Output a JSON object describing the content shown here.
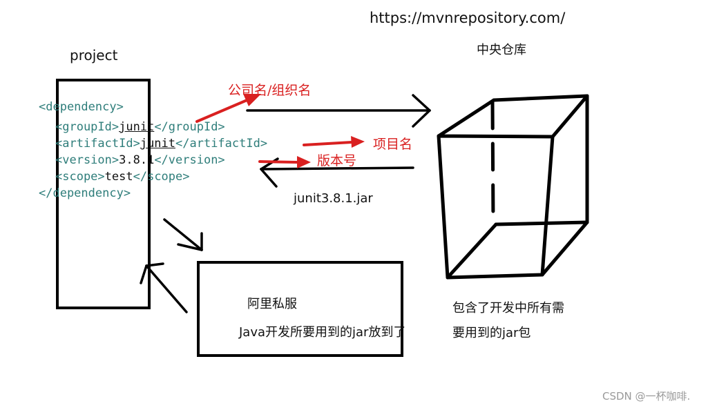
{
  "labels": {
    "url": "https://mvnrepository.com/",
    "central_repo": "中央仓库",
    "project": "project",
    "jar_file": "junit3.8.1.jar",
    "private_server": "阿里私服",
    "private_server_desc": "Java开发所要用到的jar放到了",
    "central_desc_line1": "包含了开发中所有需",
    "central_desc_line2": "要用到的jar包",
    "watermark": "CSDN @一杯咖啡."
  },
  "annotations": {
    "group": "公司名/组织名",
    "artifact": "项目名",
    "version": "版本号"
  },
  "xml": {
    "dep_open": "<dependency>",
    "dep_close": "</dependency>",
    "group_open": "<groupId>",
    "group_value": "junit",
    "group_close": "</groupId>",
    "artifact_open": "<artifactId>",
    "artifact_value": "junit",
    "artifact_close": "</artifactId>",
    "version_open": "<version>",
    "version_value": "3.8.1",
    "version_close": "</version>",
    "scope_open": "<scope>",
    "scope_value": "test",
    "scope_close": "</scope>"
  },
  "colors": {
    "annotation": "#d92020",
    "xml_tag": "#2e7d7a",
    "stroke": "#000000"
  }
}
